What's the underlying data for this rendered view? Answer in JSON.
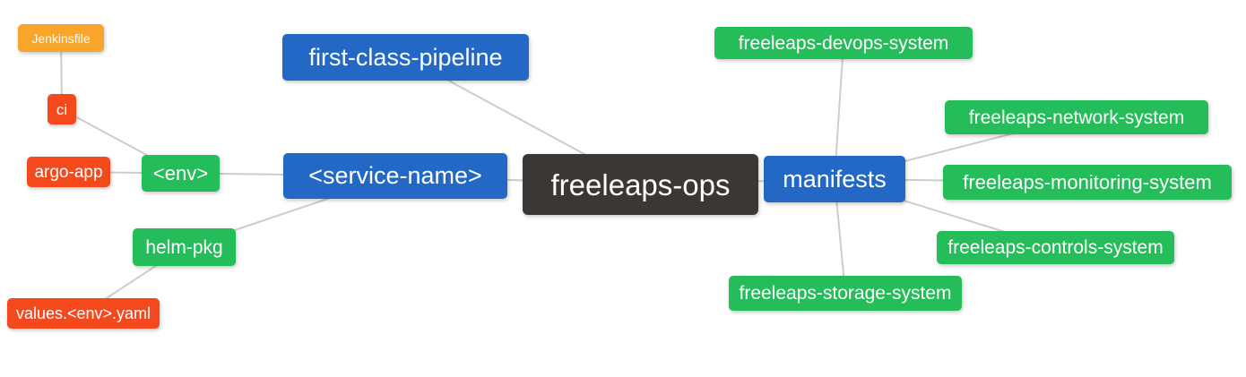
{
  "palette": {
    "root_bg": "#3b3735",
    "branch_blue": "#2268c4",
    "leaf_green": "#25bd59",
    "leaf_red": "#f4491d",
    "leaf_orange": "#f9a52a",
    "edge": "#cccccc",
    "text": "#ffffff",
    "background": "#ffffff"
  },
  "nodes": [
    {
      "id": "freeleaps-ops",
      "label": "freeleaps-ops",
      "color": "root_bg"
    },
    {
      "id": "first-class-pipeline",
      "label": "first-class-pipeline",
      "color": "branch_blue"
    },
    {
      "id": "service-name",
      "label": "<service-name>",
      "color": "branch_blue"
    },
    {
      "id": "manifests",
      "label": "manifests",
      "color": "branch_blue"
    },
    {
      "id": "jenkinsfile",
      "label": "Jenkinsfile",
      "color": "leaf_orange"
    },
    {
      "id": "ci",
      "label": "ci",
      "color": "leaf_red"
    },
    {
      "id": "argo-app",
      "label": "argo-app",
      "color": "leaf_red"
    },
    {
      "id": "env",
      "label": "<env>",
      "color": "leaf_green"
    },
    {
      "id": "helm-pkg",
      "label": "helm-pkg",
      "color": "leaf_green"
    },
    {
      "id": "values-env-yaml",
      "label": "values.<env>.yaml",
      "color": "leaf_red"
    },
    {
      "id": "devops-system",
      "label": "freeleaps-devops-system",
      "color": "leaf_green"
    },
    {
      "id": "network-system",
      "label": "freeleaps-network-system",
      "color": "leaf_green"
    },
    {
      "id": "monitoring-system",
      "label": "freeleaps-monitoring-system",
      "color": "leaf_green"
    },
    {
      "id": "controls-system",
      "label": "freeleaps-controls-system",
      "color": "leaf_green"
    },
    {
      "id": "storage-system",
      "label": "freeleaps-storage-system",
      "color": "leaf_green"
    }
  ],
  "edges": [
    [
      "jenkinsfile",
      "ci"
    ],
    [
      "ci",
      "env"
    ],
    [
      "argo-app",
      "env"
    ],
    [
      "env",
      "service-name"
    ],
    [
      "helm-pkg",
      "service-name"
    ],
    [
      "values-env-yaml",
      "helm-pkg"
    ],
    [
      "first-class-pipeline",
      "freeleaps-ops"
    ],
    [
      "service-name",
      "freeleaps-ops"
    ],
    [
      "freeleaps-ops",
      "manifests"
    ],
    [
      "manifests",
      "devops-system"
    ],
    [
      "manifests",
      "network-system"
    ],
    [
      "manifests",
      "monitoring-system"
    ],
    [
      "manifests",
      "controls-system"
    ],
    [
      "manifests",
      "storage-system"
    ]
  ]
}
